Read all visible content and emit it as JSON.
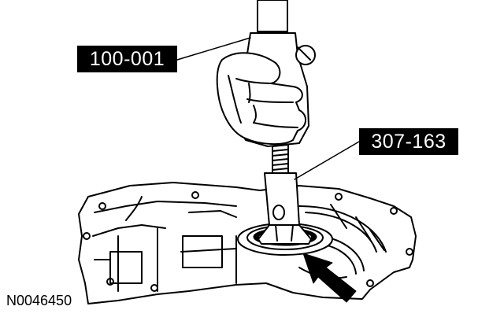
{
  "callouts": [
    {
      "label": "100-001"
    },
    {
      "label": "307-163"
    }
  ],
  "figure_id": "N0046450",
  "colors": {
    "ink": "#000000",
    "paper": "#ffffff"
  }
}
